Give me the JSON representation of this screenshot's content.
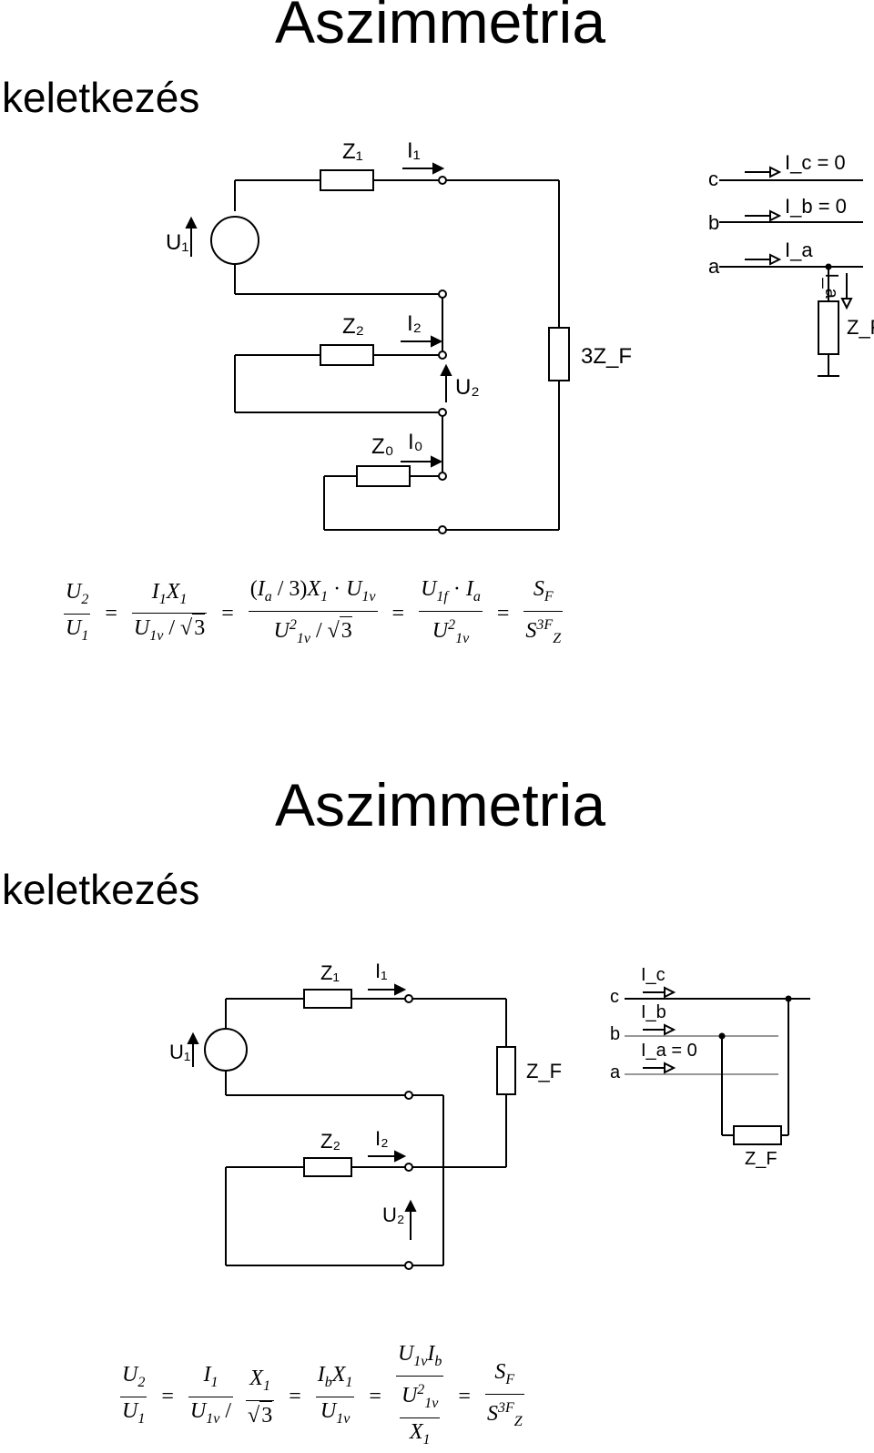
{
  "slide1": {
    "title": "Aszimmetria",
    "subtitle": "keletkezés",
    "circuit_labels": {
      "z1": "Z₁",
      "i1": "I₁",
      "u1": "U₁",
      "z2": "Z₂",
      "i2": "I₂",
      "u2": "U₂",
      "z0": "Z₀",
      "i0": "I₀",
      "zf3": "3Z_F"
    },
    "phase_labels": {
      "c": "c",
      "b": "b",
      "a": "a",
      "ic": "I_c = 0",
      "ib": "I_b = 0",
      "ia": "I_a",
      "ia_down": "I_a",
      "zf": "Z_F"
    }
  },
  "slide2": {
    "title": "Aszimmetria",
    "subtitle": "keletkezés",
    "circuit_labels": {
      "z1": "Z₁",
      "i1": "I₁",
      "u1": "U₁",
      "z2": "Z₂",
      "i2": "I₂",
      "u2": "U₂",
      "zf": "Z_F"
    },
    "phase_labels": {
      "c": "c",
      "b": "b",
      "a": "a",
      "ic": "I_c",
      "ib": "I_b",
      "ia": "I_a = 0",
      "zf": "Z_F"
    }
  }
}
